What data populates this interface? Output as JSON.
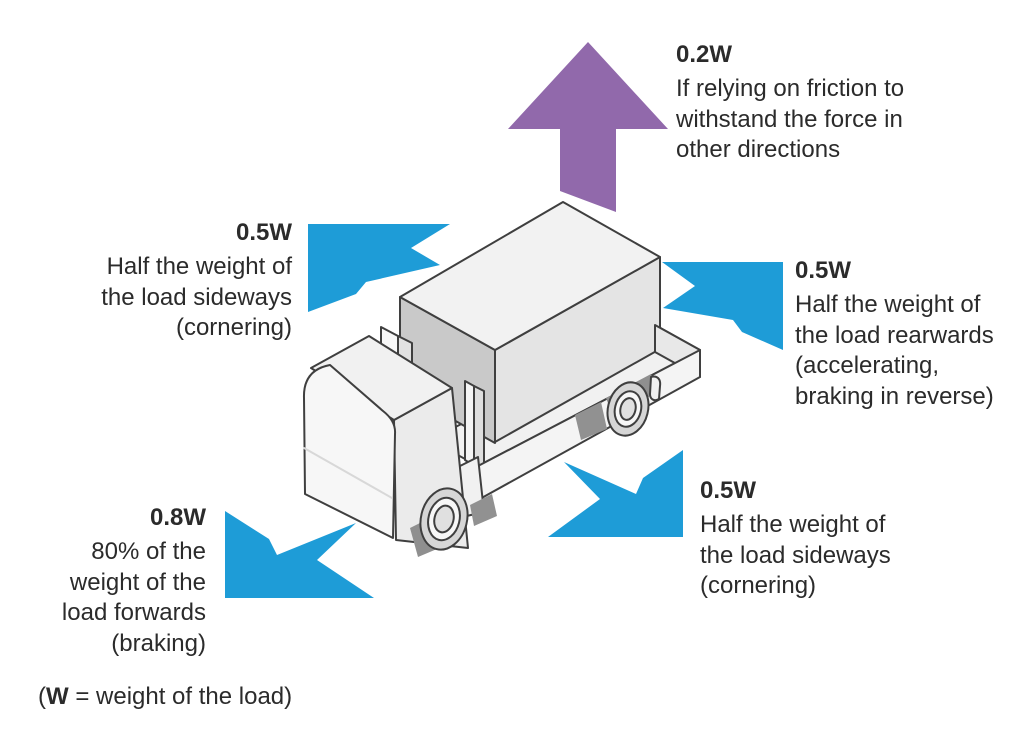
{
  "figure": {
    "description": "Forces acting on a loaded truck",
    "vehicle": "truck-with-load",
    "background": "#ffffff"
  },
  "colors": {
    "arrow_blue": "#1e9cd7",
    "arrow_purple": "#9169ab",
    "text": "#2b2b2b",
    "outline": "#3f3f3f"
  },
  "forces": {
    "up": {
      "value": "0.2W",
      "description": "If relying on friction to\nwithstand the force in\nother directions",
      "direction": "up"
    },
    "upper_left": {
      "value": "0.5W",
      "description": "Half the weight of\nthe load sideways\n(cornering)",
      "direction": "up-left"
    },
    "upper_right": {
      "value": "0.5W",
      "description": "Half the weight of\nthe load rearwards\n(accelerating,\nbraking in reverse)",
      "direction": "up-right"
    },
    "lower_right": {
      "value": "0.5W",
      "description": "Half the weight of\nthe load sideways\n(cornering)",
      "direction": "down-right"
    },
    "lower_left": {
      "value": "0.8W",
      "description": "80% of the\nweight of the\nload forwards\n(braking)",
      "direction": "down-left"
    }
  },
  "note": {
    "open": "(",
    "symbol": "W",
    "rest": " = weight of the load)"
  }
}
